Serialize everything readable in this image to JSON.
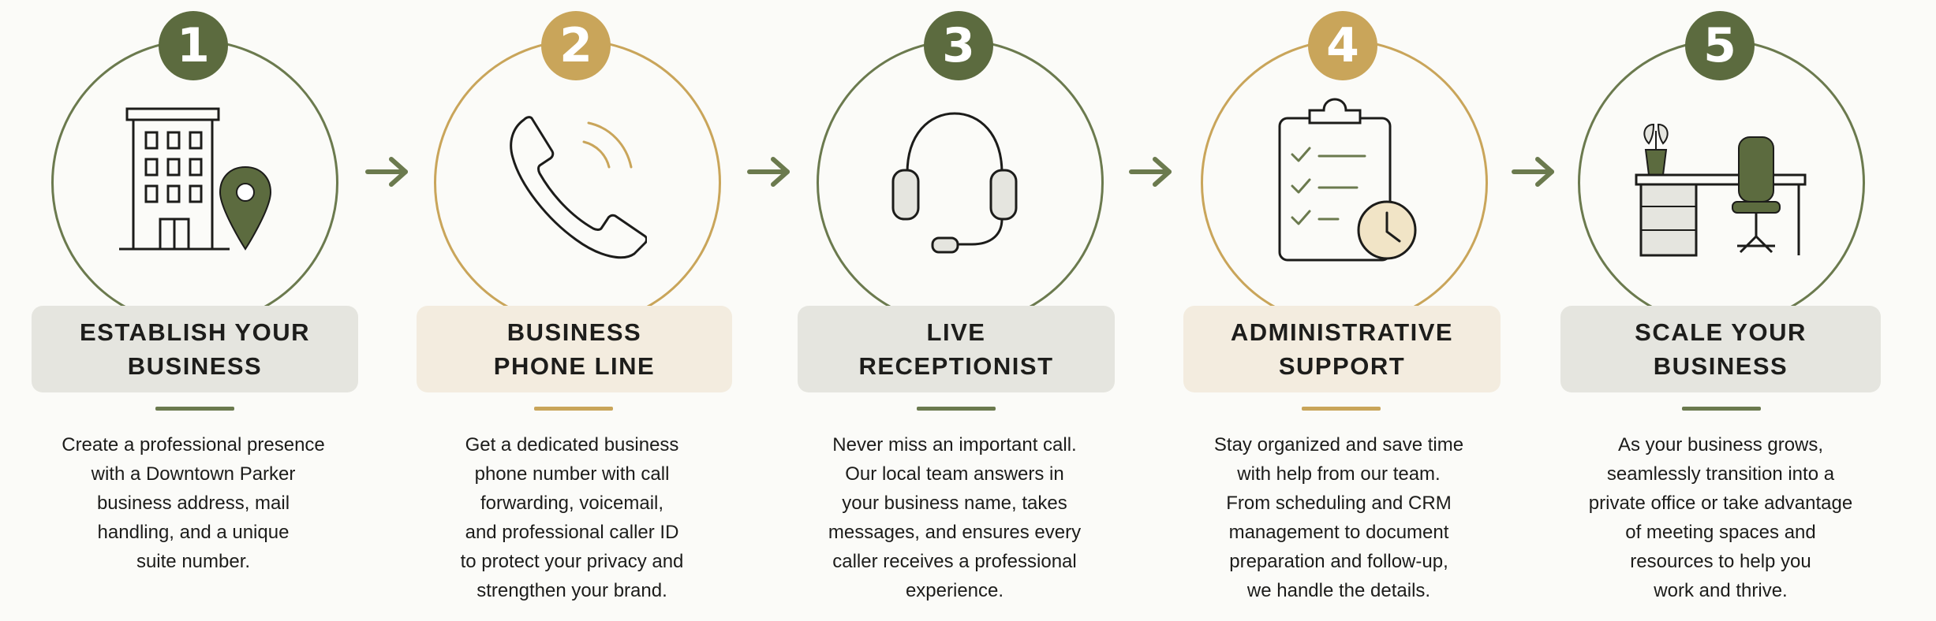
{
  "colors": {
    "olive": "#5c6b3f",
    "gold": "#c9a55a",
    "olive_light_box": "#e5e5df",
    "gold_light_box": "#f3ecdf"
  },
  "steps": [
    {
      "number": "1",
      "accent": "olive",
      "icon": "building-with-location-pin-icon",
      "title": "ESTABLISH YOUR\nBUSINESS",
      "description": "Create a professional presence\nwith a Downtown Parker\nbusiness address, mail\nhandling, and a unique\nsuite number."
    },
    {
      "number": "2",
      "accent": "gold",
      "icon": "phone-icon",
      "title": "BUSINESS\nPHONE LINE",
      "description": "Get a dedicated business\nphone number with call\nforwarding, voicemail,\nand professional caller ID\nto protect your privacy and\nstrengthen your brand."
    },
    {
      "number": "3",
      "accent": "olive",
      "icon": "headset-icon",
      "title": "LIVE\nRECEPTIONIST",
      "description": "Never miss an important call.\nOur local team answers in\nyour business name, takes\nmessages, and ensures every\ncaller receives a professional\nexperience."
    },
    {
      "number": "4",
      "accent": "gold",
      "icon": "clipboard-checklist-clock-icon",
      "title": "ADMINISTRATIVE\nSUPPORT",
      "description": "Stay organized and save time\nwith help from our team.\nFrom scheduling and CRM\nmanagement to document\npreparation and follow-up,\nwe handle the details."
    },
    {
      "number": "5",
      "accent": "olive",
      "icon": "desk-with-chair-and-plant-icon",
      "title": "SCALE YOUR\nBUSINESS",
      "description": "As your business grows,\nseamlessly transition into a\nprivate office or take advantage\nof meeting spaces and\nresources to help you\nwork and thrive."
    }
  ],
  "arrows": [
    "arrow-right-icon",
    "arrow-right-icon",
    "arrow-right-icon",
    "arrow-right-icon"
  ]
}
